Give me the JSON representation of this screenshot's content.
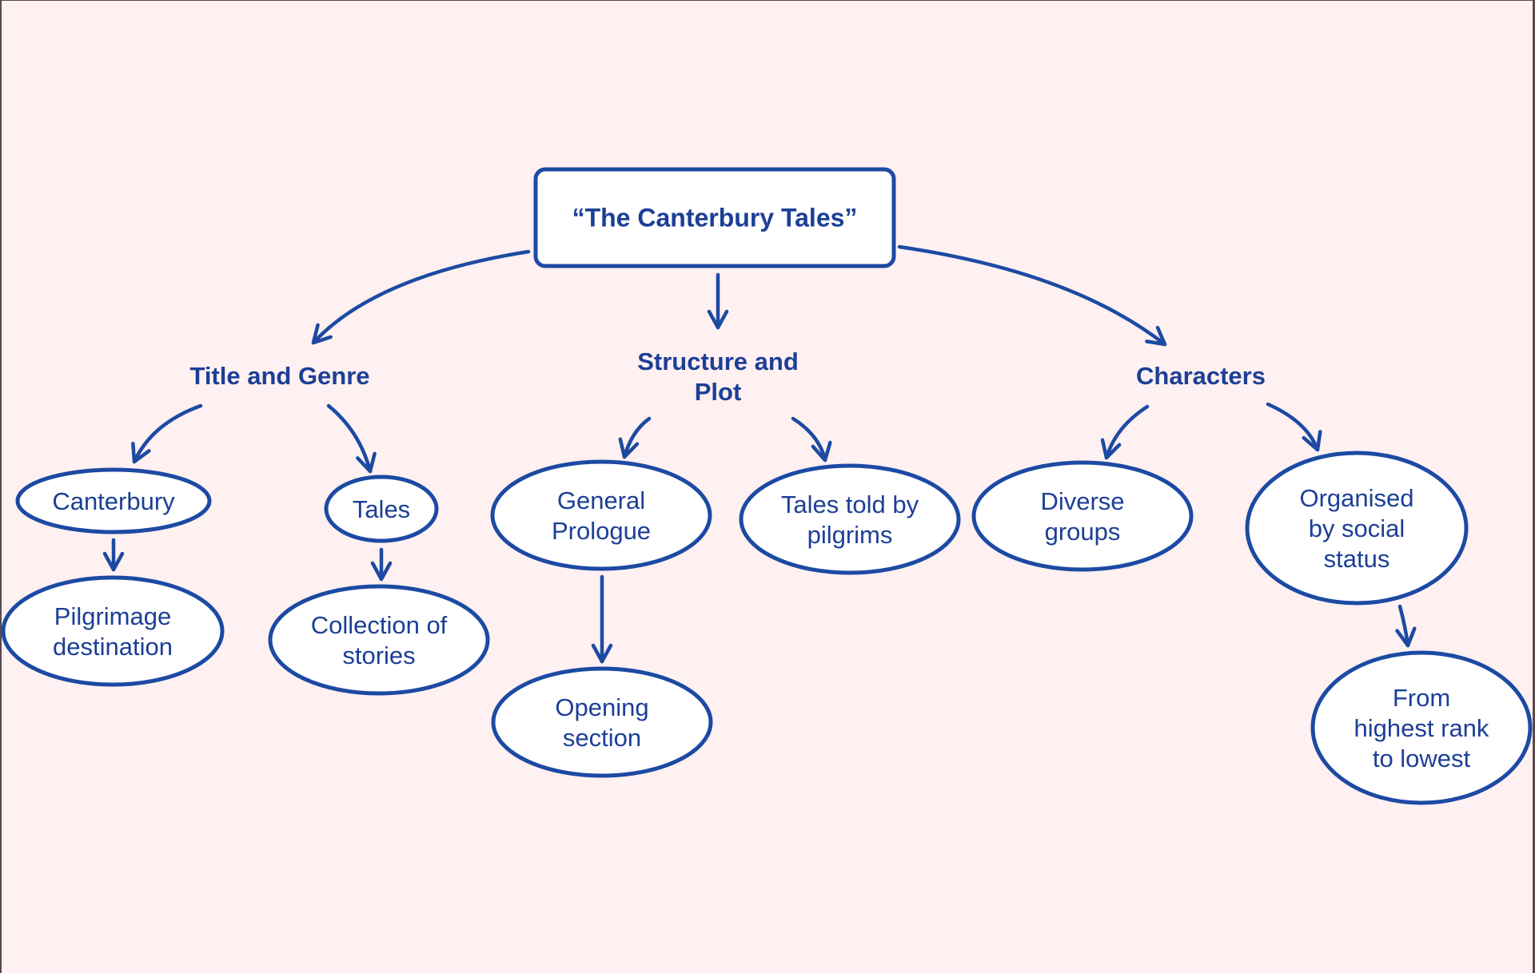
{
  "diagram": {
    "type": "concept-map",
    "colors": {
      "background": "#fff0f1",
      "stroke": "#1c4aa3",
      "text": "#1c3f96",
      "node_fill": "#ffffff"
    },
    "root": {
      "id": "root",
      "label": "“The Canterbury Tales”"
    },
    "categories": [
      {
        "id": "title-genre",
        "lines": [
          "Title and Genre"
        ]
      },
      {
        "id": "structure-plot",
        "lines": [
          "Structure and",
          "Plot"
        ]
      },
      {
        "id": "characters",
        "lines": [
          "Characters"
        ]
      }
    ],
    "nodes": [
      {
        "id": "canterbury",
        "lines": [
          "Canterbury"
        ]
      },
      {
        "id": "pilgrimage-destination",
        "lines": [
          "Pilgrimage",
          "destination"
        ]
      },
      {
        "id": "tales",
        "lines": [
          "Tales"
        ]
      },
      {
        "id": "collection-of-stories",
        "lines": [
          "Collection of",
          "stories"
        ]
      },
      {
        "id": "general-prologue",
        "lines": [
          "General",
          "Prologue"
        ]
      },
      {
        "id": "opening-section",
        "lines": [
          "Opening",
          "section"
        ]
      },
      {
        "id": "tales-told-by-pilgrims",
        "lines": [
          "Tales told by",
          "pilgrims"
        ]
      },
      {
        "id": "diverse-groups",
        "lines": [
          "Diverse",
          "groups"
        ]
      },
      {
        "id": "organised-by-social-status",
        "lines": [
          "Organised",
          "by social",
          "status"
        ]
      },
      {
        "id": "highest-to-lowest",
        "lines": [
          "From",
          "highest rank",
          "to lowest"
        ]
      }
    ],
    "edges": [
      {
        "from": "root",
        "to": "title-genre"
      },
      {
        "from": "root",
        "to": "structure-plot"
      },
      {
        "from": "root",
        "to": "characters"
      },
      {
        "from": "title-genre",
        "to": "canterbury"
      },
      {
        "from": "title-genre",
        "to": "tales"
      },
      {
        "from": "canterbury",
        "to": "pilgrimage-destination"
      },
      {
        "from": "tales",
        "to": "collection-of-stories"
      },
      {
        "from": "structure-plot",
        "to": "general-prologue"
      },
      {
        "from": "structure-plot",
        "to": "tales-told-by-pilgrims"
      },
      {
        "from": "general-prologue",
        "to": "opening-section"
      },
      {
        "from": "characters",
        "to": "diverse-groups"
      },
      {
        "from": "characters",
        "to": "organised-by-social-status"
      },
      {
        "from": "organised-by-social-status",
        "to": "highest-to-lowest"
      }
    ]
  }
}
